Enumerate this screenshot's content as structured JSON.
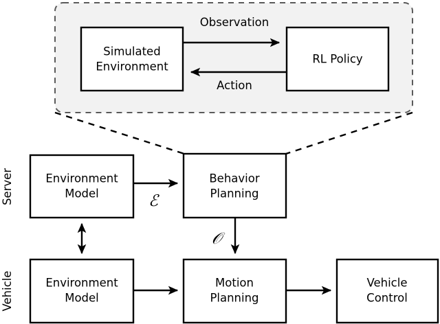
{
  "figure": {
    "type": "block-diagram",
    "background_color": "#ffffff",
    "line_color": "#000000",
    "group_fill_color": "#f2f2f2",
    "group_border_color": "#5a5a5a"
  },
  "lanes": [
    {
      "id": "server",
      "label": "Server",
      "orientation": "vertical"
    },
    {
      "id": "vehicle",
      "label": "Vehicle",
      "orientation": "vertical"
    }
  ],
  "detail_group": {
    "name": "rl-training-loop",
    "style": "dashed",
    "nodes": [
      {
        "id": "simulated-environment",
        "label_line1": "Simulated",
        "label_line2": "Environment"
      },
      {
        "id": "rl-policy",
        "label_line1": "RL Policy",
        "label_line2": ""
      }
    ],
    "edges": [
      {
        "id": "observation-edge",
        "label": "Observation",
        "from": "simulated-environment",
        "to": "rl-policy",
        "direction": "right"
      },
      {
        "id": "action-edge",
        "label": "Action",
        "from": "rl-policy",
        "to": "simulated-environment",
        "direction": "left"
      }
    ]
  },
  "server_row": {
    "nodes": [
      {
        "id": "server-environment-model",
        "label_line1": "Environment",
        "label_line2": "Model"
      },
      {
        "id": "behavior-planning",
        "label_line1": "Behavior",
        "label_line2": "Planning"
      }
    ],
    "edges": [
      {
        "id": "env-to-behavior-edge",
        "label": "ℰ",
        "from": "server-environment-model",
        "to": "behavior-planning",
        "direction": "right"
      }
    ]
  },
  "vehicle_row": {
    "nodes": [
      {
        "id": "vehicle-environment-model",
        "label_line1": "Environment",
        "label_line2": "Model"
      },
      {
        "id": "motion-planning",
        "label_line1": "Motion",
        "label_line2": "Planning"
      },
      {
        "id": "vehicle-control",
        "label_line1": "Vehicle",
        "label_line2": "Control"
      }
    ],
    "edges": [
      {
        "id": "vehicle-env-to-motion-edge",
        "label": "",
        "from": "vehicle-environment-model",
        "to": "motion-planning",
        "direction": "right"
      },
      {
        "id": "motion-to-control-edge",
        "label": "",
        "from": "motion-planning",
        "to": "vehicle-control",
        "direction": "right"
      }
    ]
  },
  "cross_lane_edges": [
    {
      "id": "env-model-sync-edge",
      "label": "",
      "from": "vehicle-environment-model",
      "to": "server-environment-model",
      "direction": "both"
    },
    {
      "id": "behavior-to-motion-edge",
      "label": "𝒪",
      "from": "behavior-planning",
      "to": "motion-planning",
      "direction": "down"
    }
  ],
  "callout": {
    "id": "behavior-planning-callout",
    "from": "behavior-planning",
    "to": "rl-training-loop",
    "style": "dashed"
  }
}
